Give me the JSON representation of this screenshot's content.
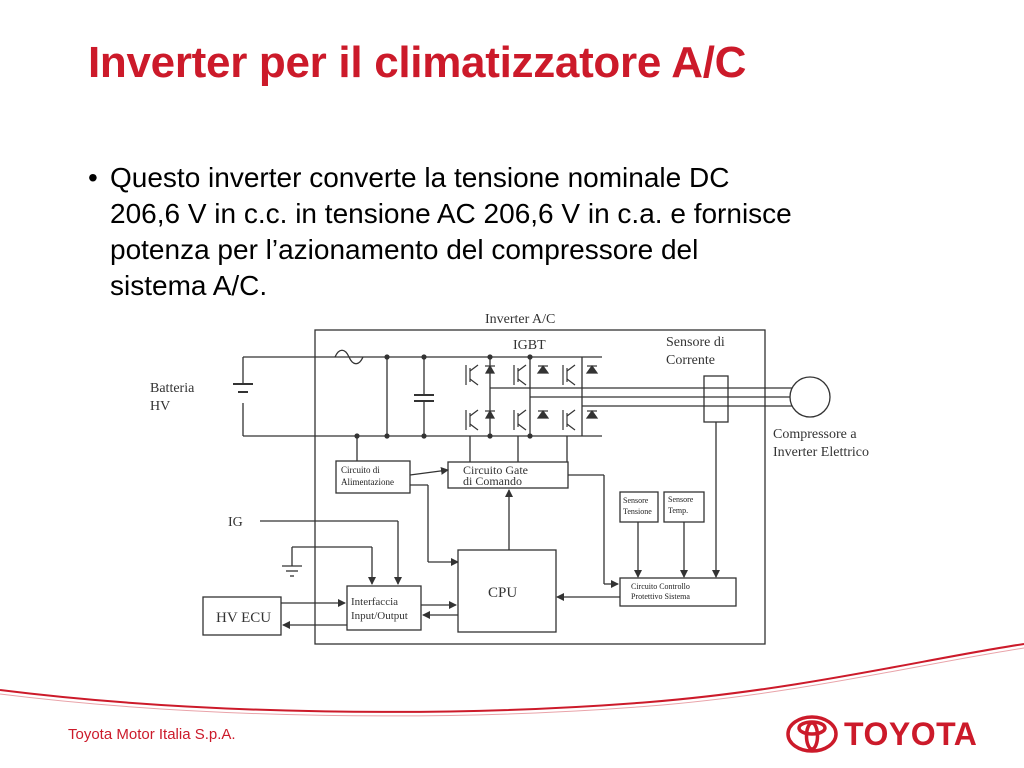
{
  "slide": {
    "title": "Inverter per il climatizzatore A/C",
    "bullet_symbol": "•",
    "bullet_lines": [
      "Questo inverter converte la tensione nominale DC",
      "206,6 V in c.c. in tensione AC 206,6 V in c.a. e fornisce",
      "potenza per l’azionamento del compressore del",
      "sistema A/C."
    ]
  },
  "diagram": {
    "inverter_label": "Inverter A/C",
    "igbt_label": "IGBT",
    "current_sensor": [
      "Sensore di",
      "Corrente"
    ],
    "battery": [
      "Batteria",
      "HV"
    ],
    "compressor": [
      "Compressore a",
      "Inverter Elettrico"
    ],
    "power_supply": [
      "Circuito di",
      "Alimentazione"
    ],
    "gate_drive": [
      "Circuito Gate",
      "di Comando"
    ],
    "voltage_sensor": [
      "Sensore",
      "Tensione"
    ],
    "temp_sensor": [
      "Sensore",
      "Temp."
    ],
    "ig_label": "IG",
    "cpu_label": "CPU",
    "protection": [
      "Circuito Controllo",
      "Protettivo Sistema"
    ],
    "io_interface": [
      "Interfaccia",
      "Input/Output"
    ],
    "hv_ecu": "HV ECU"
  },
  "footer": {
    "company": "Toyota Motor Italia S.p.A.",
    "logo_text": "TOYOTA"
  },
  "colors": {
    "accent": "#cc1a2a",
    "diagram_line": "#333333"
  }
}
